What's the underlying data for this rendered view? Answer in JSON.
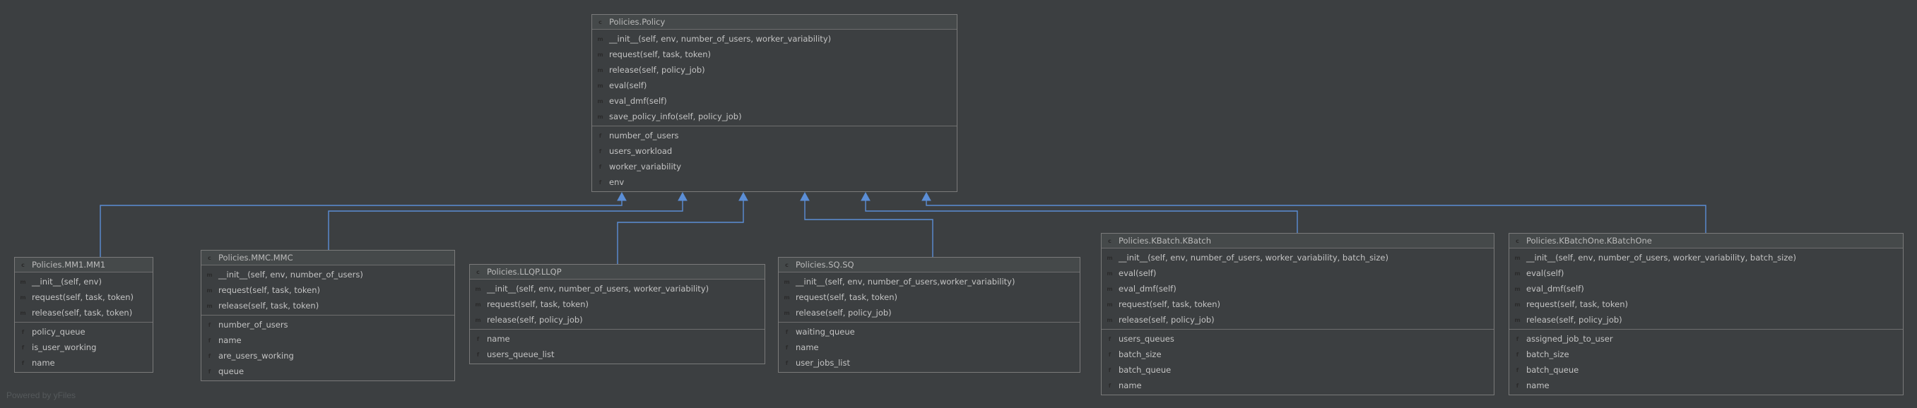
{
  "colors": {
    "background": "#3c3f41",
    "edge": "#5b8ed6",
    "class_badge": "#3e86a0",
    "method_badge": "#b35a67",
    "field_badge": "#c79c2c"
  },
  "icons": {
    "class": "class-icon",
    "method": "method-icon",
    "field": "field-icon"
  },
  "badge_letters": {
    "class": "c",
    "method": "m",
    "field": "f"
  },
  "classes": [
    {
      "id": "policy",
      "name": "Policies.Policy",
      "methods": [
        "__init__(self, env, number_of_users, worker_variability)",
        "request(self, task, token)",
        "release(self, policy_job)",
        "eval(self)",
        "eval_dmf(self)",
        "save_policy_info(self, policy_job)"
      ],
      "fields": [
        "number_of_users",
        "users_workload",
        "worker_variability",
        "env"
      ]
    },
    {
      "id": "mm1",
      "name": "Policies.MM1.MM1",
      "methods": [
        "__init__(self, env)",
        "request(self, task, token)",
        "release(self, task, token)"
      ],
      "fields": [
        "policy_queue",
        "is_user_working",
        "name"
      ]
    },
    {
      "id": "mmc",
      "name": "Policies.MMC.MMC",
      "methods": [
        "__init__(self, env, number_of_users)",
        "request(self, task, token)",
        "release(self, task, token)"
      ],
      "fields": [
        "number_of_users",
        "name",
        "are_users_working",
        "queue"
      ]
    },
    {
      "id": "llqp",
      "name": "Policies.LLQP.LLQP",
      "methods": [
        "__init__(self, env, number_of_users, worker_variability)",
        "request(self, task, token)",
        "release(self, policy_job)"
      ],
      "fields": [
        "name",
        "users_queue_list"
      ]
    },
    {
      "id": "sq",
      "name": "Policies.SQ.SQ",
      "methods": [
        "__init__(self, env, number_of_users,worker_variability)",
        "request(self, task, token)",
        "release(self, policy_job)"
      ],
      "fields": [
        "waiting_queue",
        "name",
        "user_jobs_list"
      ]
    },
    {
      "id": "kbatch",
      "name": "Policies.KBatch.KBatch",
      "methods": [
        "__init__(self, env, number_of_users, worker_variability, batch_size)",
        "eval(self)",
        "eval_dmf(self)",
        "request(self, task, token)",
        "release(self, policy_job)"
      ],
      "fields": [
        "users_queues",
        "batch_size",
        "batch_queue",
        "name"
      ]
    },
    {
      "id": "kbatchone",
      "name": "Policies.KBatchOne.KBatchOne",
      "methods": [
        "__init__(self, env, number_of_users, worker_variability, batch_size)",
        "eval(self)",
        "eval_dmf(self)",
        "request(self, task, token)",
        "release(self, policy_job)"
      ],
      "fields": [
        "assigned_job_to_user",
        "batch_size",
        "batch_queue",
        "name"
      ]
    }
  ],
  "edges": [
    {
      "from": "mm1",
      "to": "policy"
    },
    {
      "from": "mmc",
      "to": "policy"
    },
    {
      "from": "llqp",
      "to": "policy"
    },
    {
      "from": "sq",
      "to": "policy"
    },
    {
      "from": "kbatch",
      "to": "policy"
    },
    {
      "from": "kbatchone",
      "to": "policy"
    }
  ],
  "footer": {
    "text": "Powered by yFiles"
  }
}
